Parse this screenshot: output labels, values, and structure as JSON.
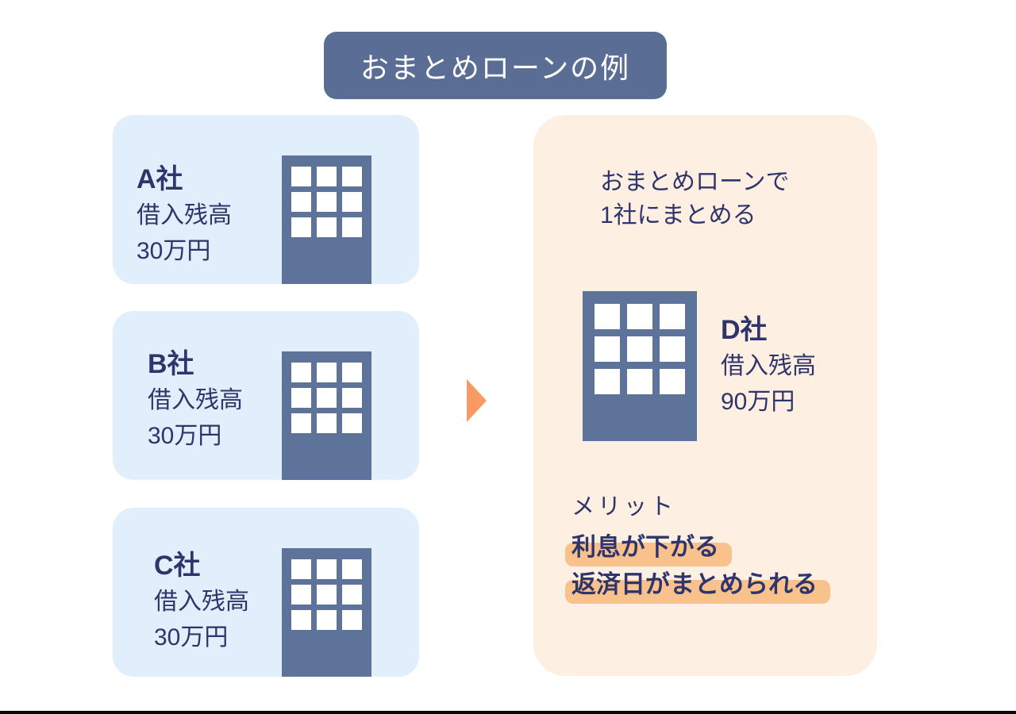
{
  "title": "おまとめローンの例",
  "colors": {
    "banner_bg": "#5a6d94",
    "card_bg": "#e0effb",
    "panel_bg": "#fdefe2",
    "building": "#5d7399",
    "text_navy": "#2f356b",
    "arrow": "#f99a62",
    "highlight": "#f9c28c"
  },
  "lenders": [
    {
      "name": "A社",
      "balance_label": "借入残高",
      "balance": "30万円"
    },
    {
      "name": "B社",
      "balance_label": "借入残高",
      "balance": "30万円"
    },
    {
      "name": "C社",
      "balance_label": "借入残高",
      "balance": "30万円"
    }
  ],
  "consolidated": {
    "intro_line1": "おまとめローンで",
    "intro_line2": "1社にまとめる",
    "name": "D社",
    "balance_label": "借入残高",
    "balance": "90万円",
    "merit_heading": "メリット",
    "merits": [
      "利息が下がる",
      "返済日がまとめられる"
    ]
  }
}
